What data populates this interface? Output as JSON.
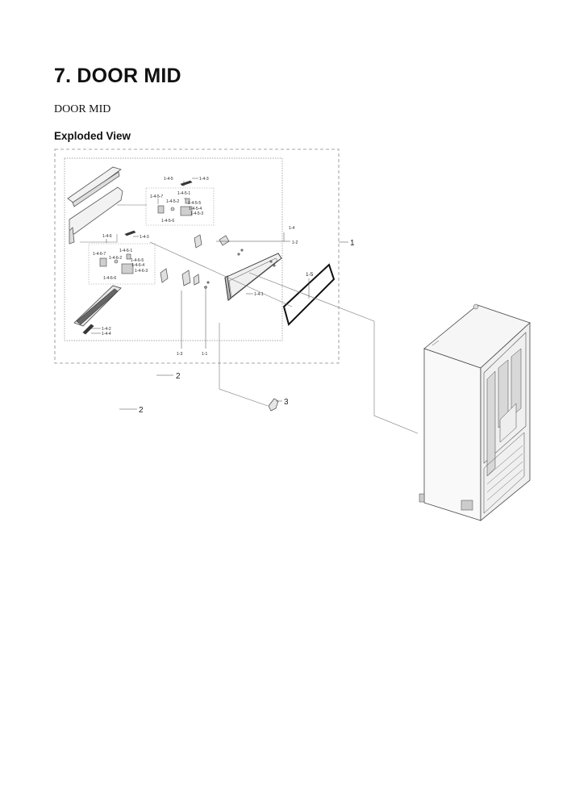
{
  "doc": {
    "title": "7.  DOOR MID",
    "subtitle": "DOOR MID",
    "section": "Exploded View"
  },
  "labels": {
    "l1": "1",
    "l1_1": "1-1",
    "l1_2": "1-2",
    "l1_3": "1-3",
    "l1_4": "1-4",
    "l1_5": "1-5",
    "l1_4_1": "1-4-1",
    "l1_4_2": "1-4-2",
    "l1_4_3a": "1-4-3",
    "l1_4_3b": "1-4-3",
    "l1_4_4": "1-4-4",
    "l1_4_5": "1-4-5",
    "l1_4_6": "1-4-6",
    "l1_4_5_1": "1-4-5-1",
    "l1_4_5_2": "1-4-5-2",
    "l1_4_5_3": "1-4-5-3",
    "l1_4_5_4": "1-4-5-4",
    "l1_4_5_5": "1-4-5-5",
    "l1_4_5_6": "1-4-5-6",
    "l1_4_5_7": "1-4-5-7",
    "l1_4_6_1": "1-4-6-1",
    "l1_4_6_2": "1-4-6-2",
    "l1_4_6_3": "1-4-6-3",
    "l1_4_6_4": "1-4-6-4",
    "l1_4_6_5": "1-4-6-5",
    "l1_4_6_6": "1-4-6-6",
    "l1_4_6_7": "1-4-6-7",
    "l2a": "2",
    "l2b": "2",
    "l3": "3"
  }
}
